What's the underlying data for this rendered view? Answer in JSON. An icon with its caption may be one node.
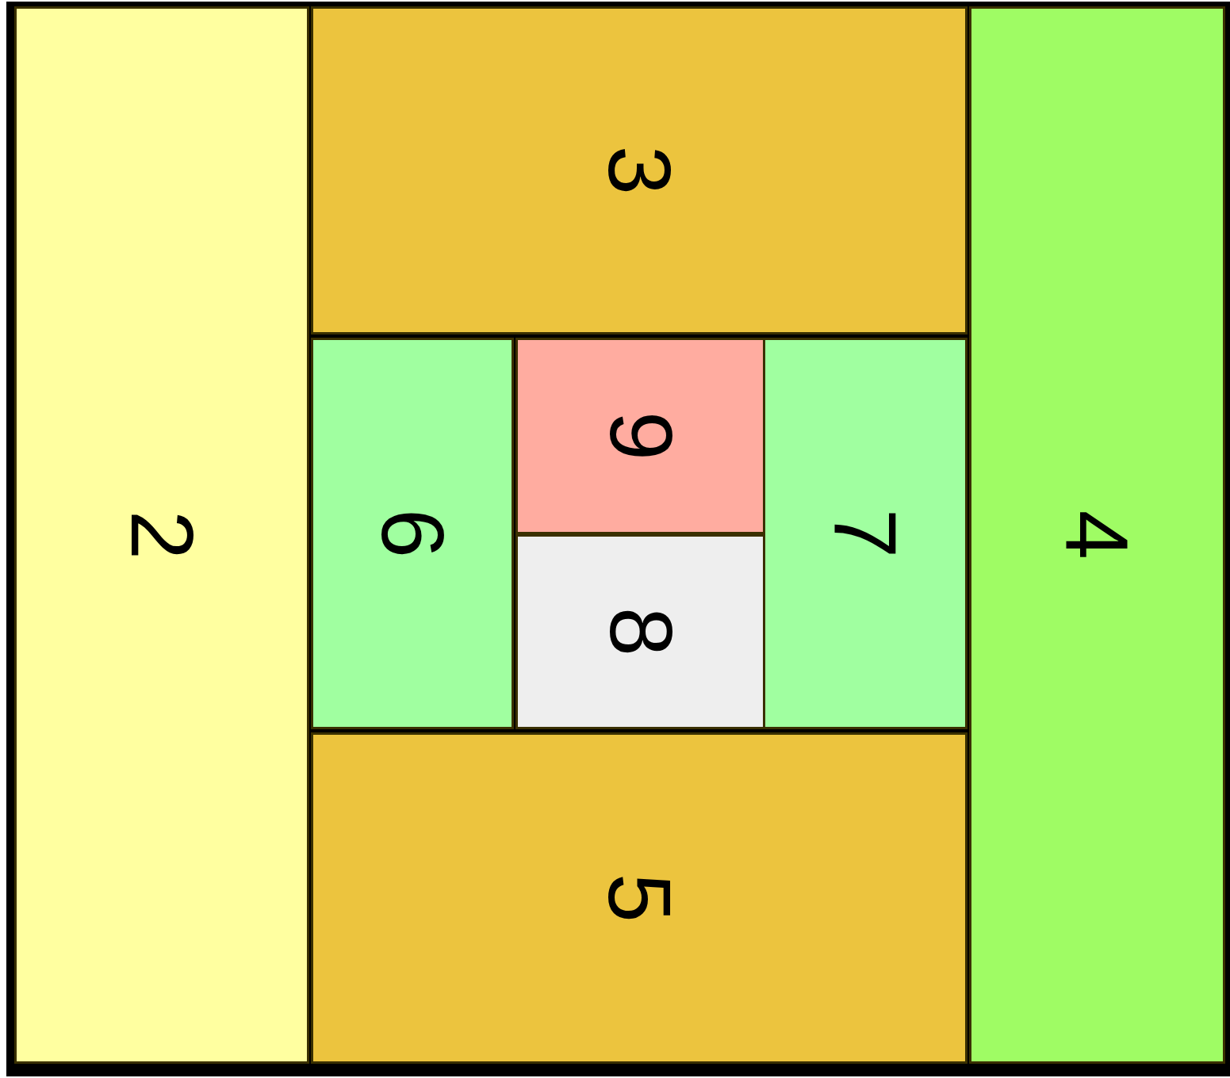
{
  "diagram": {
    "nodes": [
      {
        "text": [
          "2"
        ]
      },
      {
        "text": [
          "3"
        ]
      },
      {
        "text": [
          "6"
        ]
      },
      {
        "text": [
          "9"
        ]
      },
      {
        "text": [
          "8"
        ]
      },
      {
        "text": [
          "7"
        ]
      },
      {
        "text": [
          "5"
        ]
      },
      {
        "text": [
          "4"
        ]
      }
    ],
    "edges": []
  }
}
